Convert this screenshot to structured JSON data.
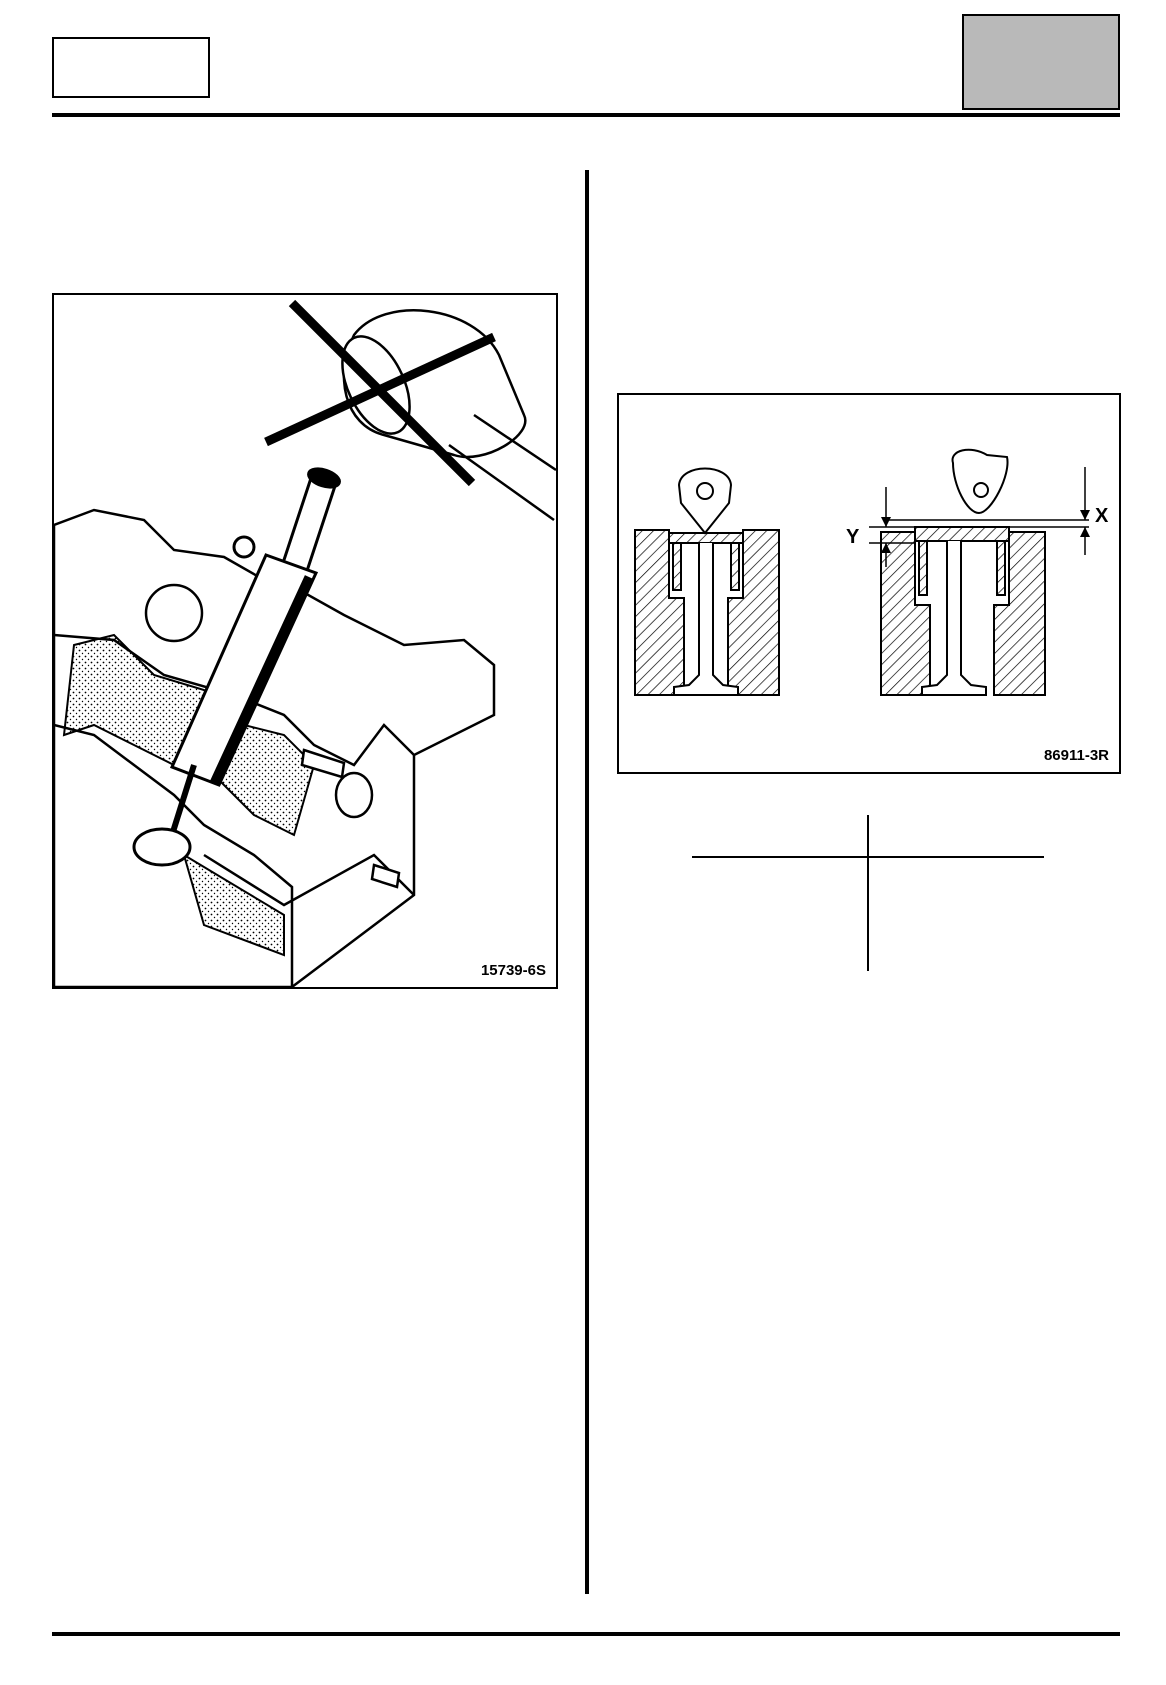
{
  "figures": [
    {
      "id": "left",
      "reference": "15739-6S"
    },
    {
      "id": "right",
      "reference": "86911-3R",
      "labels": {
        "y": "Y",
        "x": "X"
      }
    }
  ]
}
